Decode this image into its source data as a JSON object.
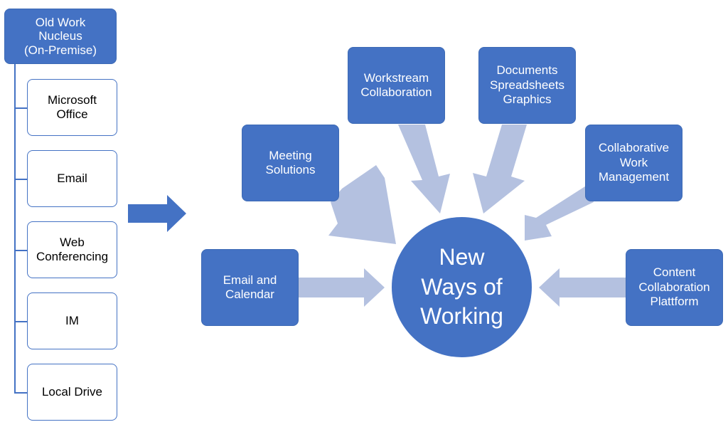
{
  "colors": {
    "node_fill": "#4472c4",
    "arrow_fill": "#b4c1e0",
    "list_border": "#4472c4",
    "background": "#ffffff"
  },
  "old_nucleus": {
    "title": "Old Work\nNucleus\n(On-Premise)",
    "items": [
      "Microsoft\nOffice",
      "Email",
      "Web\nConferencing",
      "IM",
      "Local Drive"
    ]
  },
  "hub": {
    "label": "New\nWays of\nWorking"
  },
  "spokes": {
    "email_calendar": "Email and\nCalendar",
    "meeting": "Meeting\nSolutions",
    "workstream": "Workstream\nCollaboration",
    "documents": "Documents\nSpreadsheets\nGraphics",
    "cwm": "Collaborative\nWork\nManagement",
    "content": "Content\nCollaboration\nPlattform"
  }
}
